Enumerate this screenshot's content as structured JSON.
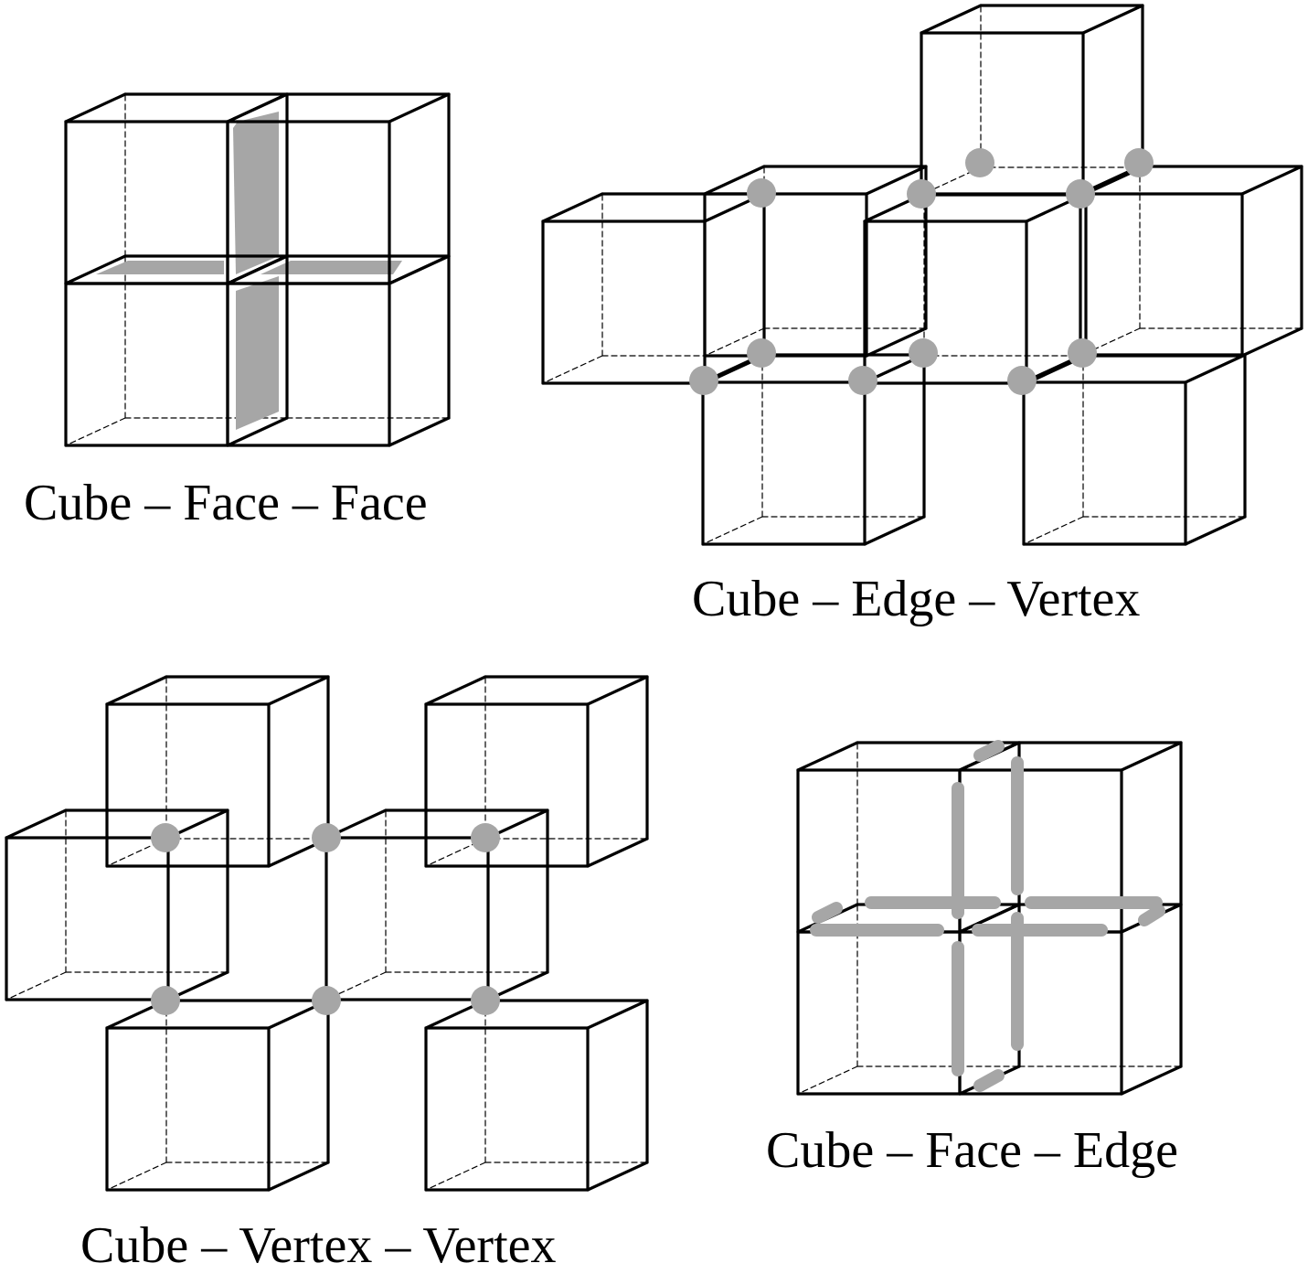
{
  "panels": [
    {
      "id": "face-face",
      "caption": "Cube – Face – Face"
    },
    {
      "id": "edge-vertex",
      "caption": "Cube – Edge – Vertex"
    },
    {
      "id": "vertex-vertex",
      "caption": "Cube – Vertex – Vertex"
    },
    {
      "id": "face-edge",
      "caption": "Cube – Face – Edge"
    }
  ],
  "style": {
    "edge_color": "#000000",
    "highlight_color": "#a6a6a6"
  }
}
